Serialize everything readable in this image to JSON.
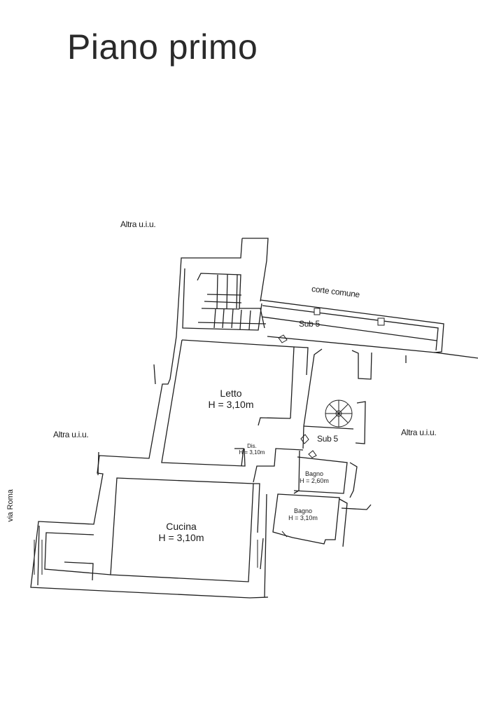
{
  "title": "Piano primo",
  "labels": {
    "neighbor_top": "Altra u.i.u.",
    "neighbor_left": "Altra u.i.u.",
    "neighbor_right": "Altra u.i.u.",
    "courtyard": "corte comune",
    "sub_top": "Sub 5",
    "sub_mid": "Sub 5",
    "street": "via Roma"
  },
  "rooms": {
    "letto": {
      "name": "Letto",
      "height": "H = 3,10m"
    },
    "cucina": {
      "name": "Cucina",
      "height": "H = 3,10m"
    },
    "disimpegno": {
      "name": "Dis.",
      "height": "H = 3,10m"
    },
    "bagno_1": {
      "name": "Bagno",
      "height": "H = 2,60m"
    },
    "bagno_2": {
      "name": "Bagno",
      "height": "H = 3,10m"
    }
  },
  "colors": {
    "ink": "#1e1e1e",
    "paper": "#ffffff"
  }
}
